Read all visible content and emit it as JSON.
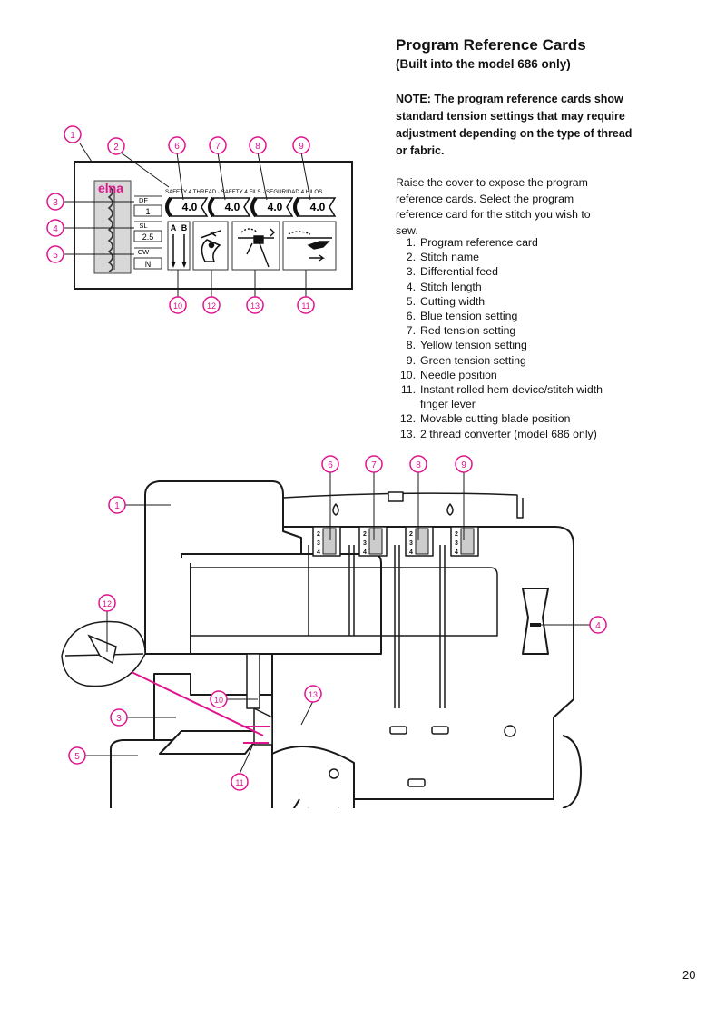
{
  "header": {
    "title": "Program Reference Cards",
    "subtitle": "(Built into the model 686 only)"
  },
  "note": "NOTE: The program reference cards show standard tension settings that may require adjustment depending on the type of thread or fabric.",
  "intro": "Raise the cover to expose the program reference cards. Select the program reference card for the stitch you wish to sew.",
  "items": [
    {
      "num": "1.",
      "text": "Program reference card"
    },
    {
      "num": "2.",
      "text": "Stitch name"
    },
    {
      "num": "3.",
      "text": "Differential feed"
    },
    {
      "num": "4.",
      "text": "Stitch length"
    },
    {
      "num": "5.",
      "text": "Cutting width"
    },
    {
      "num": "6.",
      "text": "Blue tension setting"
    },
    {
      "num": "7.",
      "text": "Red tension setting"
    },
    {
      "num": "8.",
      "text": "Yellow tension setting"
    },
    {
      "num": "9.",
      "text": "Green tension setting"
    },
    {
      "num": "10.",
      "text": "Needle position"
    },
    {
      "num": "11.",
      "text": "Instant rolled hem device/stitch width finger lever"
    },
    {
      "num": "12.",
      "text": "Movable cutting blade position"
    },
    {
      "num": "13.",
      "text": "2 thread converter (model 686 only)"
    }
  ],
  "card": {
    "brand": "elna",
    "stitch_name": "SAFETY 4 THREAD · SAFETY 4 FILS · SEGURIDAD 4 HILOS",
    "df_label": "DF",
    "df_value": "1",
    "sl_label": "SL",
    "sl_value": "2.5",
    "cw_label": "CW",
    "cw_value": "N",
    "tensions": [
      "4.0",
      "4.0",
      "4.0",
      "4.0"
    ],
    "needle_a": "A",
    "needle_b": "B"
  },
  "callouts": {
    "card": [
      "1",
      "2",
      "3",
      "4",
      "5",
      "6",
      "7",
      "8",
      "9",
      "10",
      "12",
      "13",
      "11"
    ],
    "machine": [
      "6",
      "7",
      "8",
      "9",
      "1",
      "4",
      "12",
      "10",
      "13",
      "3",
      "5",
      "11"
    ]
  },
  "dial_marks": [
    "2",
    "3",
    "4"
  ],
  "page_number": "20",
  "colors": {
    "callout": "#e0148c",
    "line": "#1a1a1a"
  }
}
